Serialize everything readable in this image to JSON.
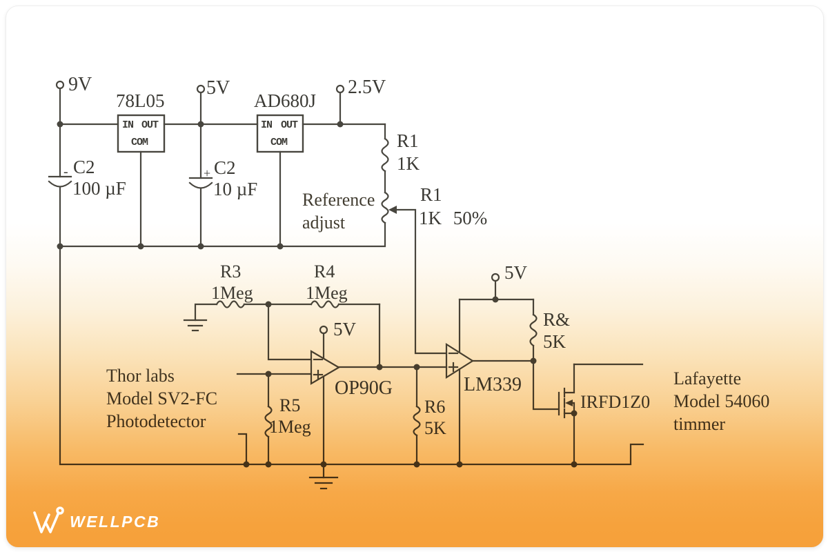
{
  "colors": {
    "schematic_line": "#48463f",
    "schematic_text": "#3c3b36",
    "card_orange_bottom": "#f6a03a",
    "logo_white": "#ffffff"
  },
  "supplies": {
    "v9": "9V",
    "v5": "5V",
    "v2_5": "2.5V",
    "op_v": "5V",
    "cmp_v": "5V"
  },
  "regulator": {
    "name": "78L05",
    "pin_in": "IN",
    "pin_out": "OUT",
    "pin_com": "COM"
  },
  "reference_ic": {
    "name": "AD680J",
    "pin_in": "IN",
    "pin_out": "OUT",
    "pin_com": "COM"
  },
  "capacitors": {
    "c_input": {
      "name": "C2",
      "value": "100 µF",
      "polarity": "-"
    },
    "c_output": {
      "name": "C2",
      "value": "10 µF",
      "polarity": "+"
    }
  },
  "resistors": {
    "r1": {
      "name": "R1",
      "value": "1K"
    },
    "r1_pot": {
      "name": "R1",
      "value": "1K 50%"
    },
    "r3": {
      "name": "R3",
      "value": "1Meg"
    },
    "r4": {
      "name": "R4",
      "value": "1Meg"
    },
    "r5": {
      "name": "R5",
      "value": "1Meg"
    },
    "r6": {
      "name": "R6",
      "value": "5K"
    },
    "r7": {
      "name": "R&",
      "value": "5K"
    }
  },
  "annotations": {
    "reference_adjust": [
      "Reference",
      "adjust"
    ]
  },
  "amplifiers": {
    "opamp_label": "OP90G",
    "comparator_label": "LM339",
    "mosfet_label": "IRFD1Z0"
  },
  "devices": {
    "photodetector": [
      "Thor labs",
      "Model SV2-FC",
      "Photodetector"
    ],
    "timer": [
      "Lafayette",
      "Model 54060",
      "timmer"
    ]
  },
  "logo": {
    "brand": "WELLPCB"
  }
}
